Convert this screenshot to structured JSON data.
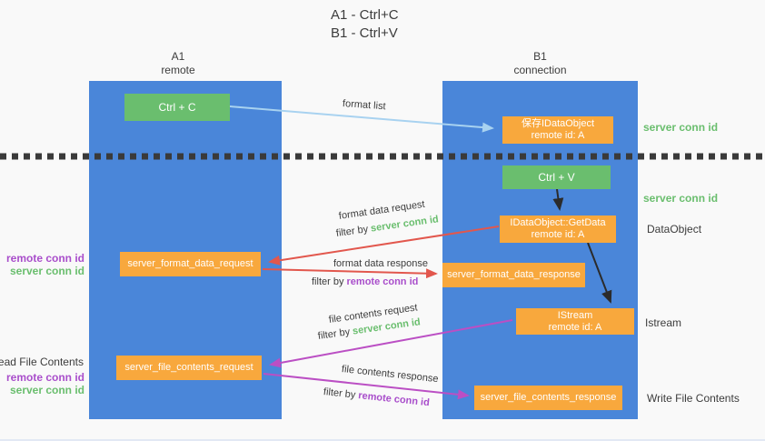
{
  "title": {
    "line1": "A1 - Ctrl+C",
    "line2": "B1 - Ctrl+V"
  },
  "columns": {
    "a": {
      "id": "A1",
      "subtitle": "remote"
    },
    "b": {
      "id": "B1",
      "subtitle": "connection"
    }
  },
  "nodes": {
    "ctrl_c": "Ctrl + C",
    "ctrl_v": "Ctrl + V",
    "save_idataobject": {
      "line1": "保存IDataObject",
      "line2": "remote id: A"
    },
    "getdata": {
      "line1": "IDataObject::GetData",
      "line2": "remote id: A"
    },
    "istream": {
      "line1": "IStream",
      "line2": "remote id: A"
    },
    "format_request": "server_format_data_request",
    "format_response": "server_format_data_response",
    "file_request": "server_file_contents_request",
    "file_response": "server_file_contents_response"
  },
  "arrow_labels": {
    "format_list": "format list",
    "format_data_request": "format data request",
    "format_data_response": "format data response",
    "file_contents_request": "file contents request",
    "file_contents_response": "file contents response",
    "filter_by": "filter by ",
    "server_conn_id": "server conn id",
    "remote_conn_id": "remote conn id"
  },
  "side_labels": {
    "server_conn_id_top": "server conn id",
    "server_conn_id_mid": "server conn id",
    "dataobject": "DataObject",
    "istream": "Istream",
    "write_file_contents": "Write File Contents",
    "read_file_contents": "Read File Contents",
    "left_format_remote": "remote conn id",
    "left_format_server": "server conn id",
    "left_file_remote": "remote conn id",
    "left_file_server": "server conn id"
  },
  "colors": {
    "column_blue": "#4a86d9",
    "node_green": "#6abe6e",
    "node_orange": "#f8a83d",
    "arrow_red": "#e2574d",
    "arrow_magenta": "#bb4fc4",
    "arrow_lightblue": "#a8d2f0",
    "arrow_black": "#2b2b2b",
    "label_green": "#6abe6e",
    "label_purple": "#a94ecb",
    "dashed_separator": "#3a3a3a"
  }
}
